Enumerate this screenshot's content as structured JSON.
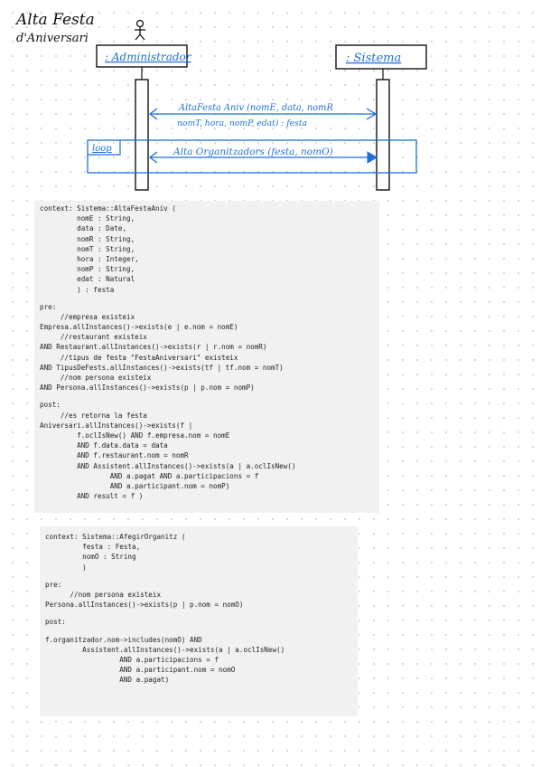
{
  "diagram": {
    "title_line1": "Alta  Festa",
    "title_line2": "d'Aniversari",
    "actor_label": ": Administrador",
    "system_label": ": Sistema",
    "message1_line1": "AltaFesta Aniv (nomE, data, nomR",
    "message1_line2": "nomT, hora, nomP, edat) : festa",
    "loop_label": "loop",
    "message2": "Alta Organitzadors  (festa, nomO)",
    "colors": {
      "ink": "#111111",
      "blue": "#1e6fd9"
    }
  },
  "ocl1": {
    "lines": [
      "context: Sistema::AltaFestaAniv (",
      "         nomE : String,",
      "         data : Date,",
      "         nomR : String,",
      "         nomT : String,",
      "         hora : Integer,",
      "         nomP : String,",
      "         edat : Natural",
      "         ) : festa",
      "",
      "pre:",
      "     //empresa existeix",
      "Empresa.allInstances()->exists(e | e.nom = nomE)",
      "     //restaurant existeix",
      "AND Restaurant.allInstances()->exists(r | r.nom = nomR)",
      "     //tipus de festa \"FestaAniversari\" existeix",
      "AND TipusDeFests.allInstances()->exists(tf | tf.nom = nomT)",
      "     //nom persona existeix",
      "AND Persona.allInstances()->exists(p | p.nom = nomP)",
      "",
      "post:",
      "     //es retorna la festa",
      "Aniversari.allInstances()->exists(f |",
      "         f.oclIsNew() AND f.empresa.nom = nomE",
      "         AND f.data.data = data",
      "         AND f.restaurant.nom = nomR",
      "         AND Assistent.allInstances()->exists(a | a.oclIsNew()",
      "                 AND a.pagat AND a.participacions = f",
      "                 AND a.participant.nom = nomP)",
      "         AND result = f )"
    ]
  },
  "ocl2": {
    "lines": [
      "context: Sistema::AfegirOrganitz (",
      "         festa : Festa,",
      "         nomO : String",
      "         )",
      "",
      "pre:",
      "      //nom persona existeix",
      "Persona.allInstances()->exists(p | p.nom = nomO)",
      "",
      "post:",
      "",
      "f.organitzador.nom->includes(nomO) AND",
      "         Assistent.allInstances()->exists(a | a.oclIsNew()",
      "                  AND a.participacions = f",
      "                  AND a.participant.nom = nomO",
      "                  AND a.pagat)"
    ]
  }
}
